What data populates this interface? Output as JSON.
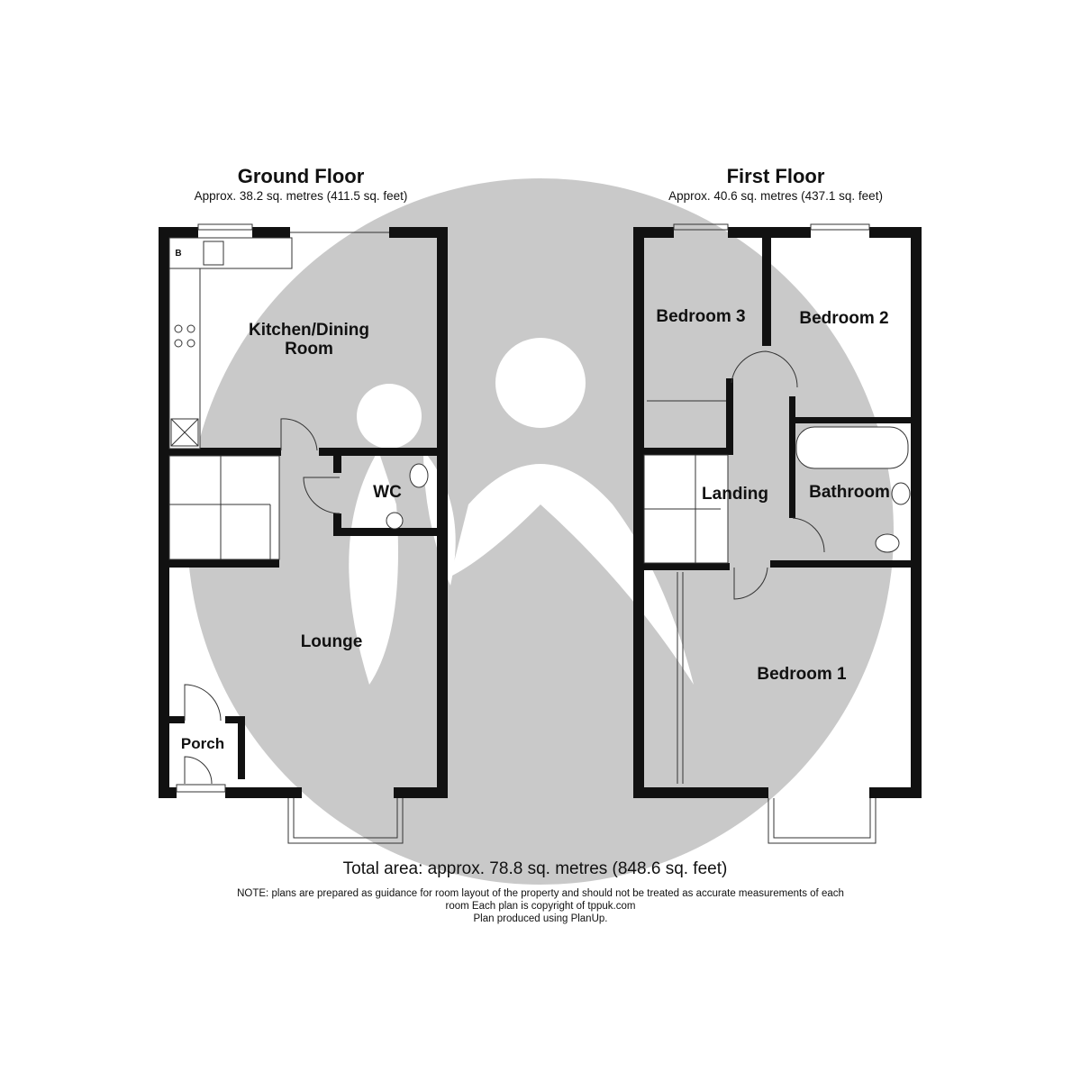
{
  "ground_floor": {
    "title": "Ground Floor",
    "area": "Approx. 38.2 sq. metres (411.5 sq. feet)",
    "rooms": {
      "kitchen": "Kitchen/Dining\nRoom",
      "wc": "WC",
      "lounge": "Lounge",
      "porch": "Porch",
      "boiler": "B"
    }
  },
  "first_floor": {
    "title": "First Floor",
    "area": "Approx. 40.6 sq. metres (437.1 sq. feet)",
    "rooms": {
      "bedroom3": "Bedroom 3",
      "bedroom2": "Bedroom 2",
      "landing": "Landing",
      "bathroom": "Bathroom",
      "bedroom1": "Bedroom 1"
    }
  },
  "footer": {
    "total": "Total area: approx. 78.8 sq. metres (848.6 sq. feet)",
    "note_line1": "NOTE: plans are prepared as guidance for room layout of the property and should not be treated as accurate measurements of each",
    "note_line2": "room Each plan is copyright of tppuk.com",
    "note_line3": "Plan produced using PlanUp."
  },
  "colors": {
    "wall": "#111111",
    "watermark": "#c9c9c9"
  }
}
